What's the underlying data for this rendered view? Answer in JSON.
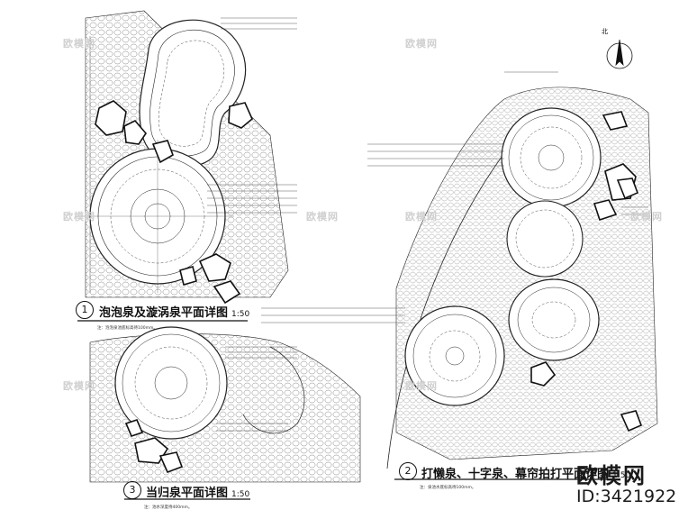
{
  "drawing": {
    "plans": [
      {
        "number": "1",
        "title": "泡泡泉及漩涡泉平面详图",
        "scale": "1:50",
        "note": "注：泡泡泉池底标高待100mm。"
      },
      {
        "number": "2",
        "title": "打懒泉、十字泉、幕帘拍打平面详图",
        "scale": "1:50",
        "note": "注：泉池水底标高待100mm。"
      },
      {
        "number": "3",
        "title": "当归泉平面详图",
        "scale": "1:50",
        "note": "注：池水深度待400mm。"
      }
    ],
    "north_label": "北",
    "watermarks": [
      "欧模网",
      "欧模网",
      "欧模网",
      "欧模网",
      "欧模网",
      "欧模网",
      "欧模网",
      "欧模网"
    ],
    "brand": "欧模网",
    "brand_id": "ID:3421922",
    "icons": [
      "north-arrow-icon"
    ]
  }
}
